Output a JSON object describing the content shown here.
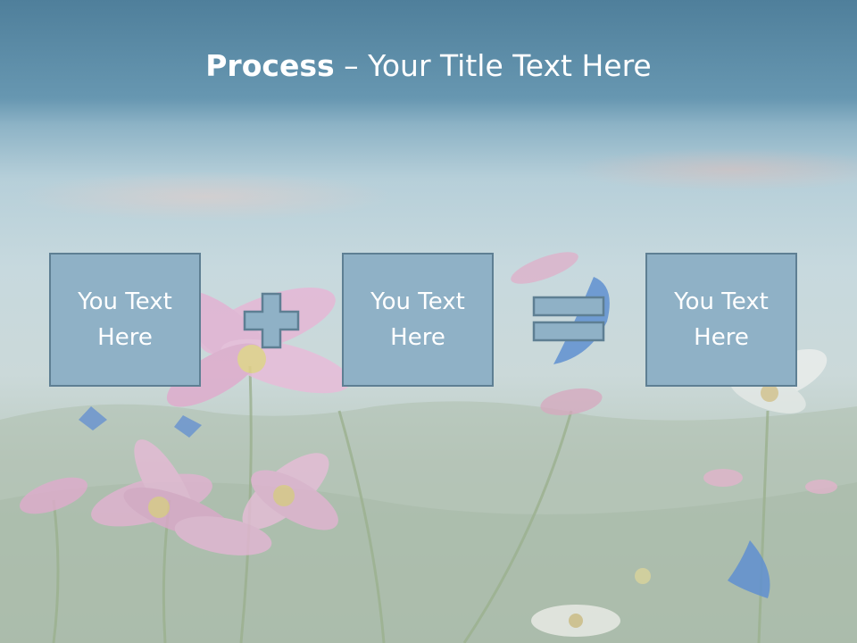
{
  "slide": {
    "title_bold": "Process",
    "title_rest": " – Your Title Text Here",
    "boxes": [
      {
        "label": "You Text Here"
      },
      {
        "label": "You Text Here"
      },
      {
        "label": "You Text Here"
      }
    ],
    "operators": [
      "plus-icon",
      "equals-icon"
    ],
    "background_image": "flower-meadow"
  },
  "colors": {
    "box_fill": "#8fb1c6",
    "box_border": "#5e7f93",
    "title_text": "#ffffff",
    "header_band": "#5e8ea8"
  }
}
